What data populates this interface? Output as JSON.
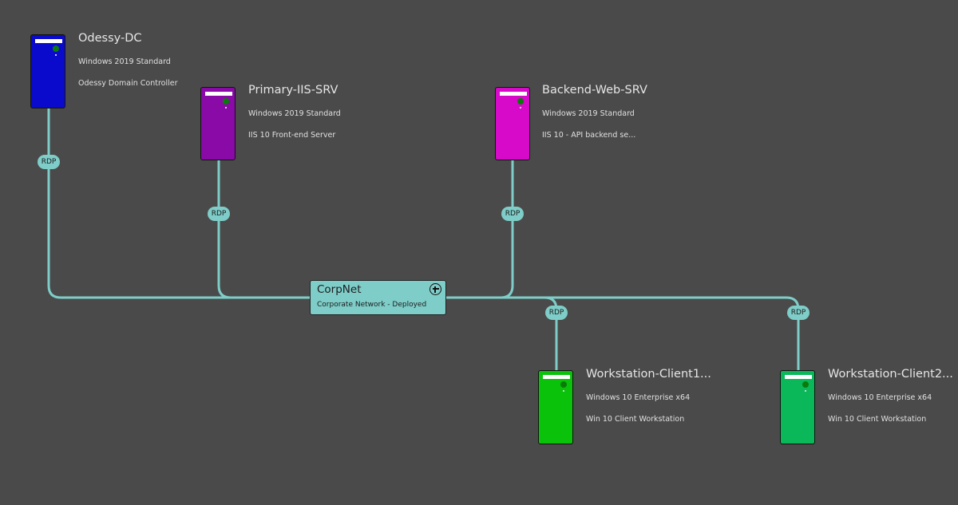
{
  "colors": {
    "background": "#4a4a4a",
    "link": "#7ecdc8",
    "network": "#7ecdc8",
    "led": "#0a7a0a"
  },
  "network": {
    "title": "CorpNet",
    "subtitle": "Corporate Network - Deployed",
    "action_icon": "plus-circle-icon"
  },
  "machines": [
    {
      "id": "odessy-dc",
      "title": "Odessy-DC",
      "os": "Windows 2019 Standard",
      "description": "Odessy Domain Controller",
      "color": "#0a0acc",
      "link_label": "RDP",
      "icon": "server-icon"
    },
    {
      "id": "primary-iis-srv",
      "title": "Primary-IIS-SRV",
      "os": "Windows 2019 Standard",
      "description": "IIS 10 Front-end Server",
      "color": "#8a0aa8",
      "link_label": "RDP",
      "icon": "server-icon"
    },
    {
      "id": "backend-web-srv",
      "title": "Backend-Web-SRV",
      "os": "Windows 2019 Standard",
      "description": "IIS 10 - API backend se...",
      "color": "#d60ac8",
      "link_label": "RDP",
      "icon": "server-icon"
    },
    {
      "id": "workstation-client1",
      "title": "Workstation-Client1...",
      "os": "Windows 10 Enterprise x64",
      "description": "Win 10 Client Workstation",
      "color": "#0ac20a",
      "link_label": "RDP",
      "icon": "server-icon"
    },
    {
      "id": "workstation-client2",
      "title": "Workstation-Client2...",
      "os": "Windows 10 Enterprise x64",
      "description": "Win 10 Client Workstation",
      "color": "#0ab85a",
      "link_label": "RDP",
      "icon": "server-icon"
    }
  ]
}
